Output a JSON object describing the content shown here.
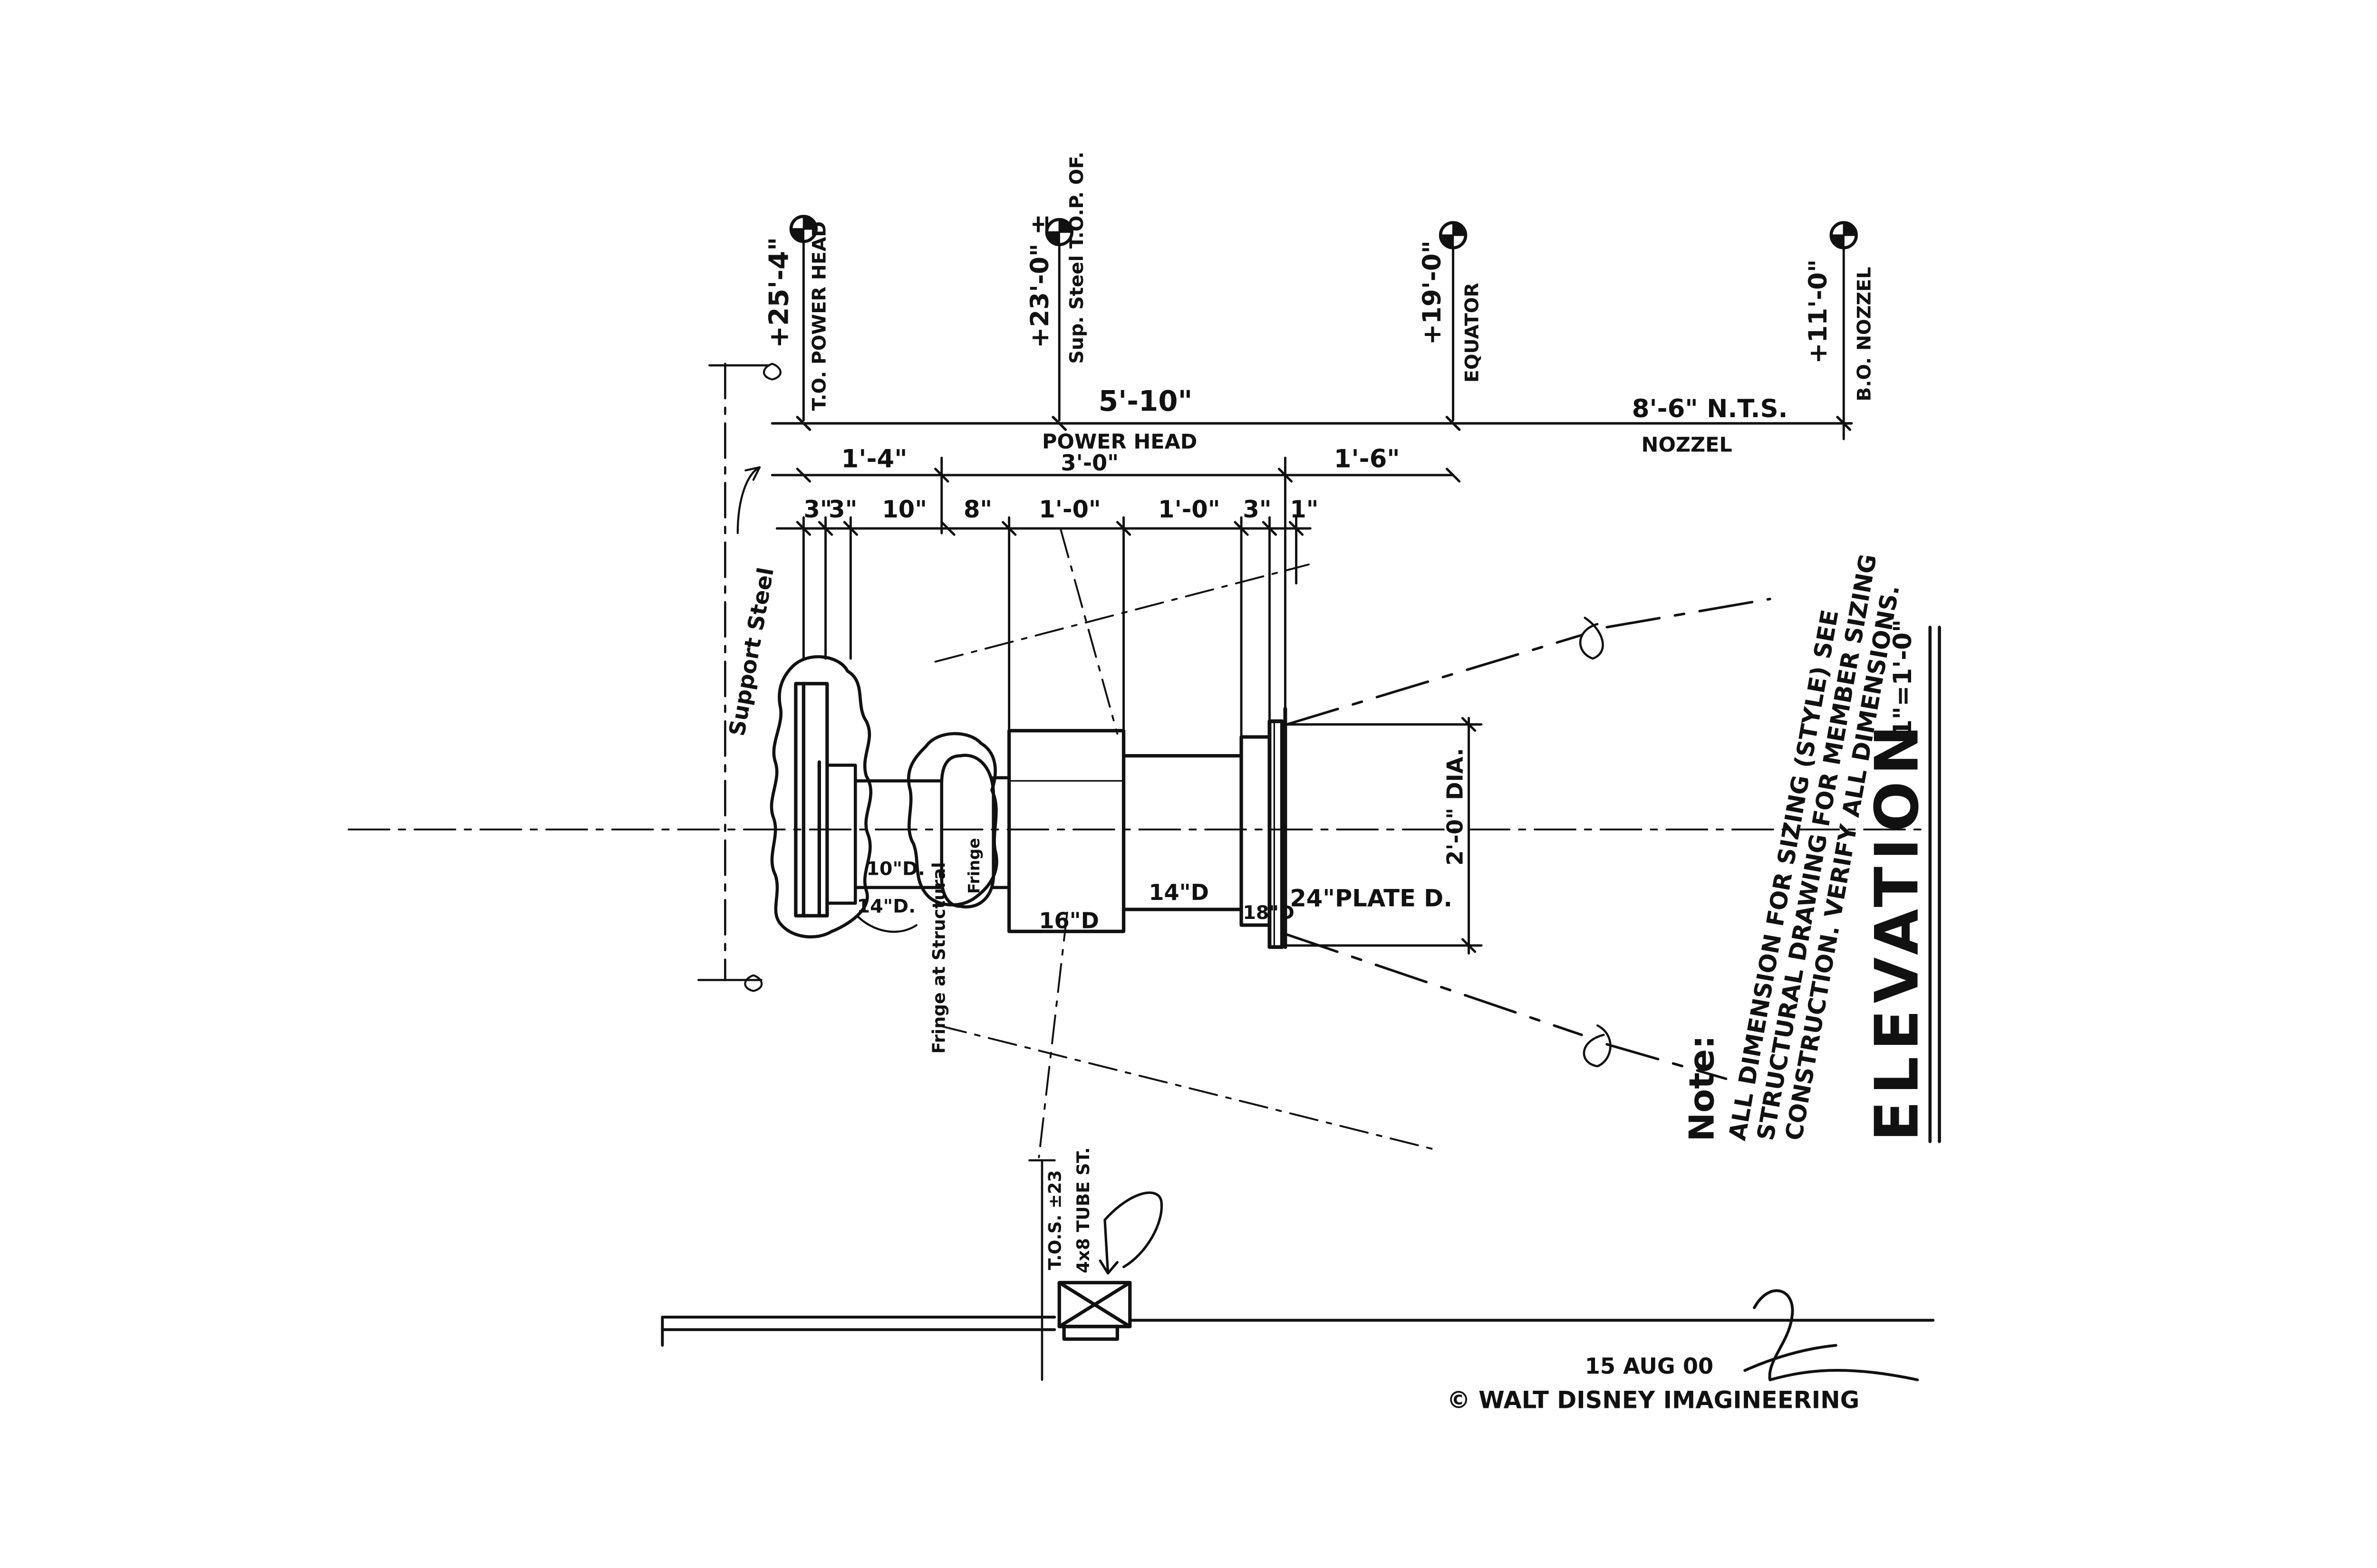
{
  "elevations": [
    {
      "value": "+25'-4\"",
      "label": "T.O. POWER HEAD"
    },
    {
      "value": "+23'-0\" ±",
      "label": "Sup. Steel T.O.P. OF."
    },
    {
      "value": "+19'-0\"",
      "label": "EQUATOR"
    },
    {
      "value": "+11'-0\"",
      "label": "B.O. NOZZEL"
    }
  ],
  "overall_dims": {
    "top_left": "5'-10\"",
    "power_head_label": "POWER HEAD",
    "power_head_dim": "3'-0\"",
    "nozzel_dim": "8'-6\" N.T.S.",
    "nozzel_label": "NOZZEL",
    "left_sub": "1'-4\"",
    "right_sub": "1'-6\""
  },
  "segment_dims": [
    "3\"",
    "3\"",
    "10\"",
    "8\"",
    "1'-0\"",
    "1'-0\"",
    "3\"",
    "1\""
  ],
  "diameters": {
    "d10": "10\"D.",
    "d14a": "14\"D.",
    "d16": "16\"D",
    "d14b": "14\"D",
    "d18": "18\"D",
    "plate": "24\"PLATE D.",
    "dia": "2'-0\" DIA."
  },
  "labels": {
    "support_steel": "Support Steel",
    "fringe": "Fringe",
    "fringe_note": "Fringe at Structural",
    "tos": "T.O.S. ±23",
    "tube": "4x8 TUBE ST."
  },
  "note": {
    "heading": "Note:",
    "lines": [
      "ALL DIMENSION FOR SIZING (STYLE) SEE",
      "STRUCTURAL DRAWING FOR MEMBER SIZING",
      "CONSTRUCTION. VERIFY ALL DIMENSIONS."
    ]
  },
  "title": {
    "view": "ELEVATION",
    "scale": "1\"=1'-0\""
  },
  "footer": {
    "date": "15 AUG 00",
    "copyright": "© WALT DISNEY IMAGINEERING"
  }
}
